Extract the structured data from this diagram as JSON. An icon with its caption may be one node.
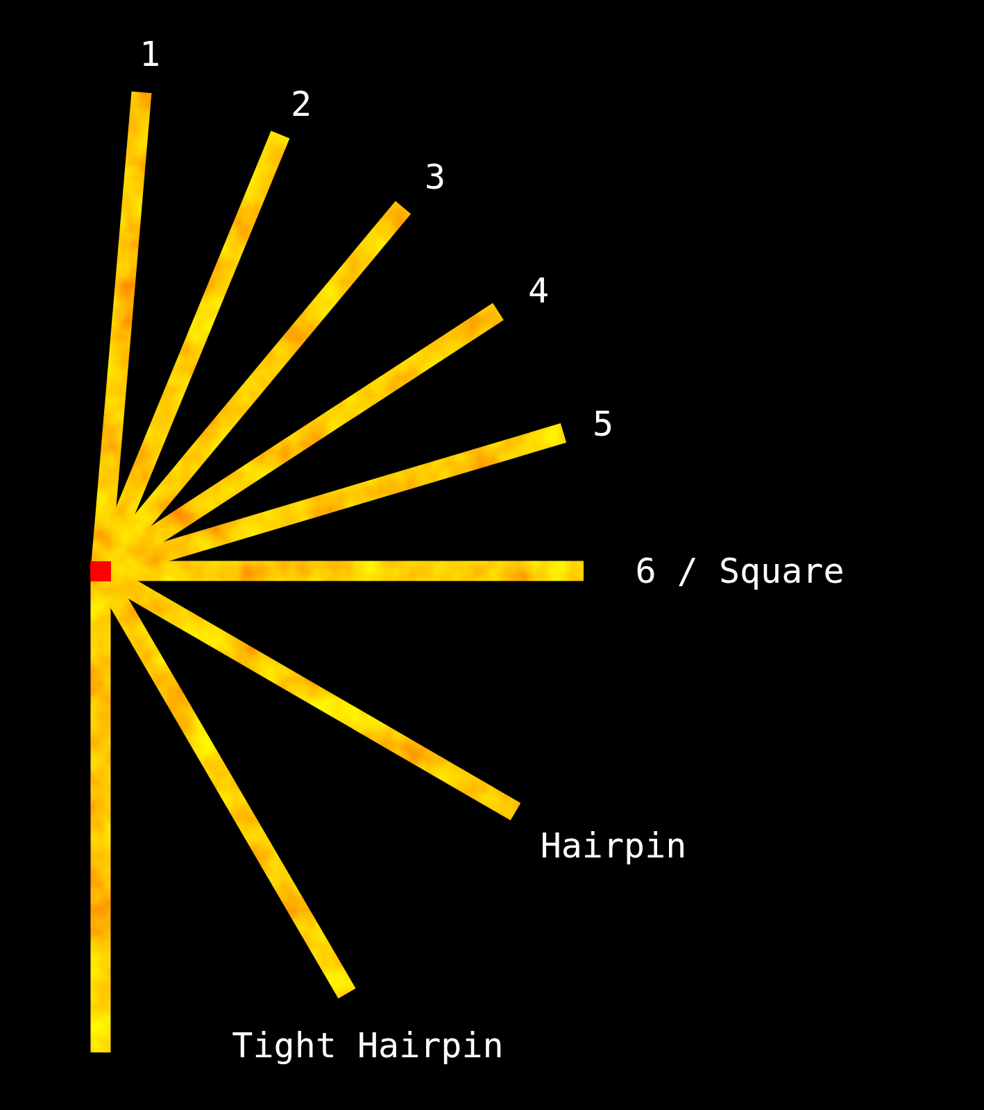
{
  "diagram": {
    "labels": [
      "1",
      "2",
      "3",
      "4",
      "5",
      "6 / Square",
      "Hairpin",
      "Tight Hairpin"
    ]
  }
}
